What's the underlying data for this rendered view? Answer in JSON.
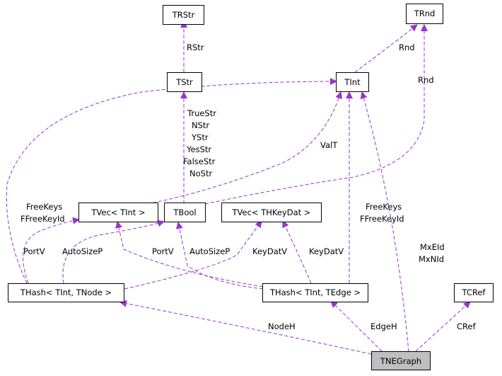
{
  "nodes": {
    "trstr": "TRStr",
    "trnd": "TRnd",
    "tstr": "TStr",
    "tint": "TInt",
    "tvec_tint": "TVec< TInt >",
    "tbool": "TBool",
    "tvec_thkeydat": "TVec< THKeyDat >",
    "thash_node": "THash< TInt, TNode >",
    "thash_edge": "THash< TInt, TEdge >",
    "tcref": "TCRef",
    "tnegraph": "TNEGraph"
  },
  "labels": {
    "rstr": "RStr",
    "rnd_top": "Rnd",
    "rnd_right": "Rnd",
    "truestr": "TrueStr",
    "nstr": "NStr",
    "ystr": "YStr",
    "yesstr": "YesStr",
    "falsestr": "FalseStr",
    "nostr": "NoStr",
    "valt": "ValT",
    "freekeys_left": "FreeKeys",
    "ffreekeyid_left": "FFreeKeyId",
    "freekeys_mid": "FreeKeys",
    "ffreekeyid_mid": "FFreeKeyId",
    "mxeid": "MxEId",
    "mxnid": "MxNId",
    "portv_left": "PortV",
    "autosizep_left": "AutoSizeP",
    "portv_mid": "PortV",
    "autosizep_mid": "AutoSizeP",
    "keydatv_left": "KeyDatV",
    "keydatv_right": "KeyDatV",
    "nodeh": "NodeH",
    "edgeh": "EdgeH",
    "cref": "CRef"
  },
  "colors": {
    "edge": "#9a32cd",
    "node_border": "#000000",
    "focus_fill": "#bfbfbf"
  }
}
